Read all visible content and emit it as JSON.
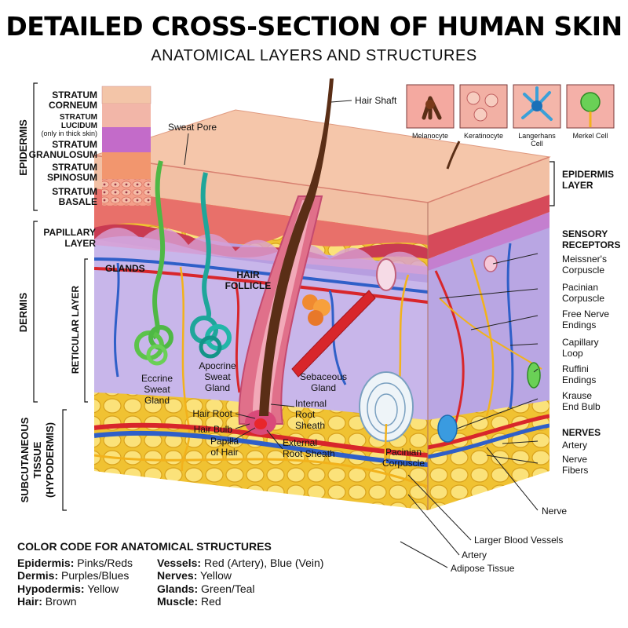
{
  "title": "DETAILED CROSS-SECTION OF HUMAN SKIN",
  "subtitle": "ANATOMICAL LAYERS AND STRUCTURES",
  "epidermis_strata": {
    "corneum_1": "STRATUM",
    "corneum_2": "CORNEUM",
    "lucidum_1": "STRATUM",
    "lucidum_2": "LUCIDUM",
    "lucidum_note": "(only in thick skin)",
    "granulosum_1": "STRATUM",
    "granulosum_2": "GRANULOSUM",
    "spinosum_1": "STRATUM",
    "spinosum_2": "SPINOSUM",
    "basale_1": "STRATUM",
    "basale_2": "BASALE"
  },
  "side_labels": {
    "epidermis": "EPIDERMIS",
    "dermis": "DERMIS",
    "papillary_1": "PAPILLARY",
    "papillary_2": "LAYER",
    "reticular": "RETICULAR LAYER",
    "subcutaneous_1": "SUBCUTANEOUS",
    "subcutaneous_2": "TISSUE",
    "subcutaneous_3": "(HYPODERMIS)"
  },
  "cells": {
    "melanocyte": "Melanocyte",
    "keratinocyte": "Keratinocyte",
    "langerhans_1": "Langerhans",
    "langerhans_2": "Cell",
    "merkel": "Merkel Cell"
  },
  "structures": {
    "hair_shaft": "Hair Shaft",
    "sweat_pore": "Sweat Pore",
    "glands": "GLANDS",
    "hair_follicle_1": "HAIR",
    "hair_follicle_2": "FOLLICLE",
    "eccrine_1": "Eccrine",
    "eccrine_2": "Sweat",
    "eccrine_3": "Gland",
    "apocrine_1": "Apocrine",
    "apocrine_2": "Sweat",
    "apocrine_3": "Gland",
    "sebaceous_1": "Sebaceous",
    "sebaceous_2": "Gland",
    "hair_root": "Hair Root",
    "internal_root_1": "Internal",
    "internal_root_2": "Root",
    "internal_root_3": "Sheath",
    "hair_bulb": "Hair Bulb",
    "papilla_1": "Papilla",
    "papilla_2": "of Hair",
    "external_root_1": "External",
    "external_root_2": "Root Sheath",
    "pacinian_1": "Pacinian",
    "pacinian_2": "Corpuscle"
  },
  "right_labels": {
    "epidermis_layer_1": "EPIDERMIS",
    "epidermis_layer_2": "LAYER",
    "sensory_1": "SENSORY",
    "sensory_2": "RECEPTORS",
    "meissner_1": "Meissner's",
    "meissner_2": "Corpuscle",
    "pacinian_1": "Pacinian",
    "pacinian_2": "Corpuscle",
    "free_nerve_1": "Free Nerve",
    "free_nerve_2": "Endings",
    "capillary_1": "Capillary",
    "capillary_2": "Loop",
    "ruffini_1": "Ruffini",
    "ruffini_2": "Endings",
    "krause_1": "Krause",
    "krause_2": "End Bulb",
    "nerves": "NERVES",
    "artery": "Artery",
    "nerve_fibers_1": "Nerve",
    "nerve_fibers_2": "Fibers",
    "nerve": "Nerve",
    "larger_vessels": "Larger Blood Vessels",
    "artery_low": "Artery",
    "adipose": "Adipose Tissue"
  },
  "legend": {
    "title": "COLOR CODE FOR ANATOMICAL STRUCTURES",
    "left": [
      {
        "key": "Epidermis:",
        "value": "Pinks/Reds"
      },
      {
        "key": "Dermis:",
        "value": "Purples/Blues"
      },
      {
        "key": "Hypodermis:",
        "value": "Yellow"
      },
      {
        "key": "Hair:",
        "value": "Brown"
      }
    ],
    "right": [
      {
        "key": "Vessels:",
        "value": "Red (Artery), Blue (Vein)"
      },
      {
        "key": "Nerves:",
        "value": "Yellow"
      },
      {
        "key": "Glands:",
        "value": "Green/Teal"
      },
      {
        "key": "Muscle:",
        "value": "Red"
      }
    ]
  },
  "colors": {
    "epidermis": "#f2b69a",
    "dermis": "#c9b3e6",
    "hypodermis": "#f6d24a",
    "hair": "#5a2e16",
    "artery": "#d8262b",
    "vein": "#2f5fc8",
    "nerve": "#f2b21c",
    "gland_green": "#5cc34a",
    "gland_teal": "#1fa69a"
  }
}
